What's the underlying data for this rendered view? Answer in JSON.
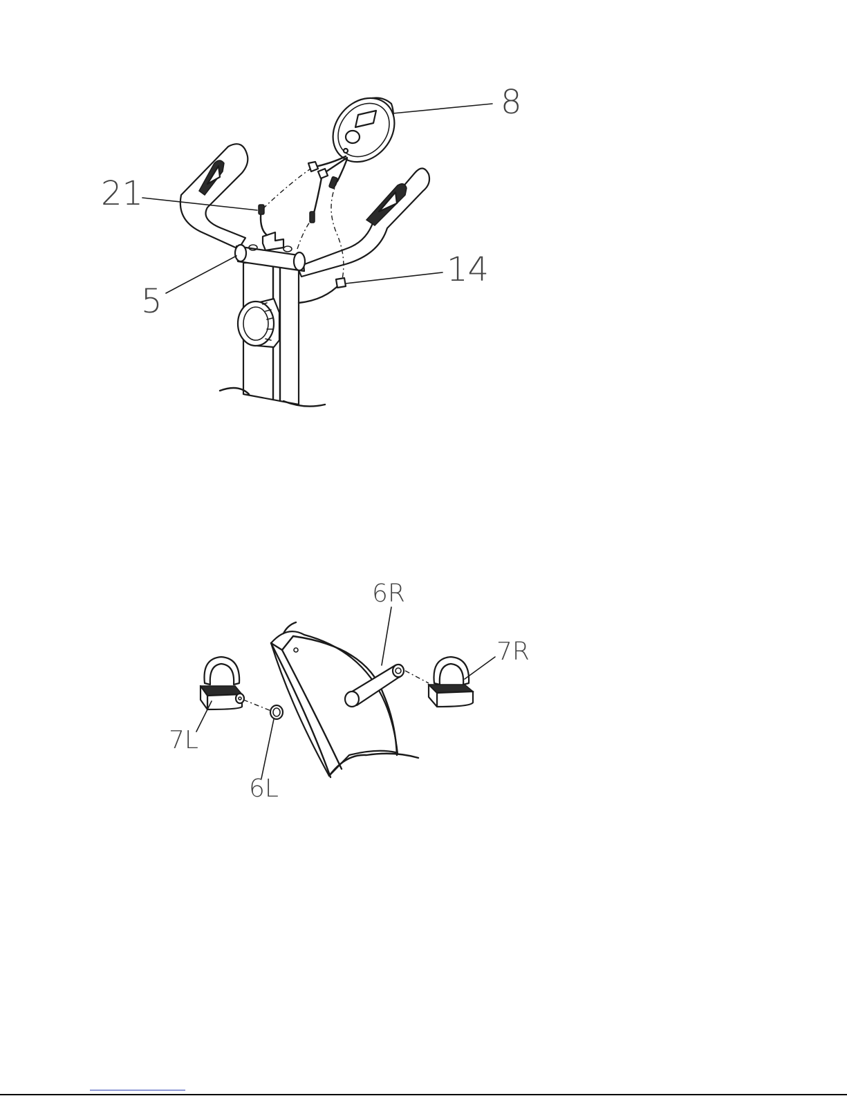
{
  "figures": [
    {
      "id": "console-assembly",
      "callouts": [
        {
          "key": "part-8",
          "text": "8"
        },
        {
          "key": "part-21",
          "text": "21"
        },
        {
          "key": "part-5",
          "text": "5"
        },
        {
          "key": "part-14",
          "text": "14"
        }
      ]
    },
    {
      "id": "pedal-assembly",
      "callouts": [
        {
          "key": "part-6R",
          "text": "6R"
        },
        {
          "key": "part-7R",
          "text": "7R"
        },
        {
          "key": "part-7L",
          "text": "7L"
        },
        {
          "key": "part-6L",
          "text": "6L"
        }
      ]
    }
  ],
  "colors": {
    "linework": "#1a1a1a",
    "label": "#444444",
    "footer_link": "#2a3fb0"
  }
}
